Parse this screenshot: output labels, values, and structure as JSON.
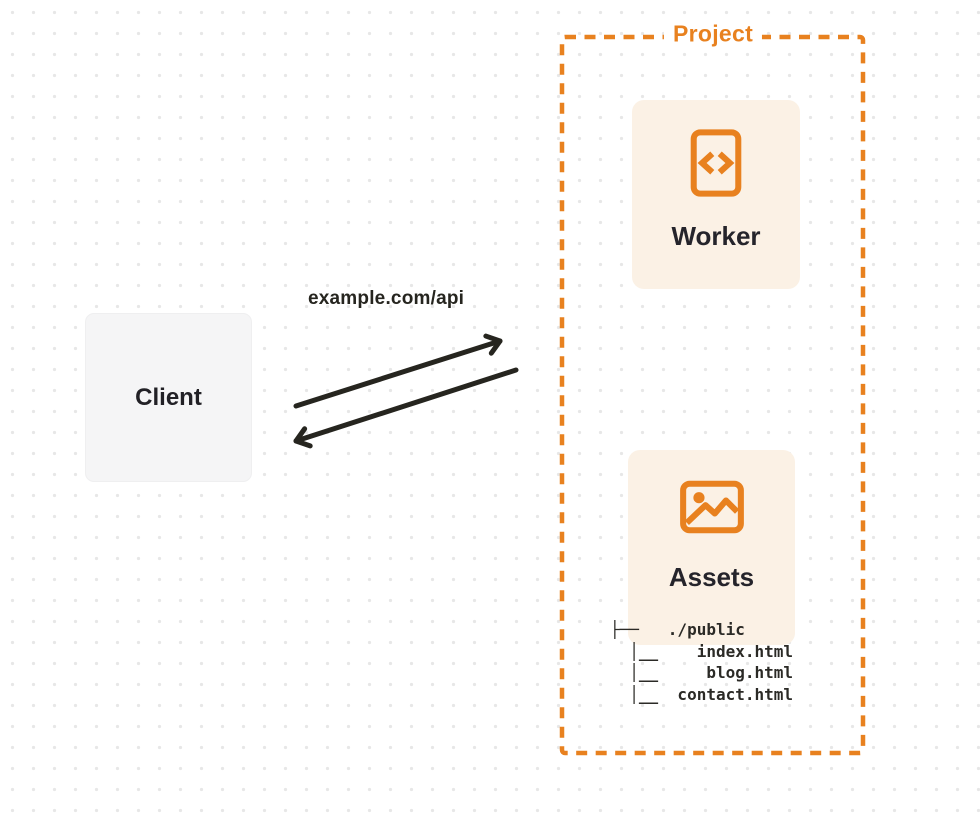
{
  "client": {
    "label": "Client"
  },
  "request": {
    "url_label": "example.com/api"
  },
  "project": {
    "label": "Project",
    "worker": {
      "label": "Worker",
      "icon": "code-document-icon"
    },
    "assets": {
      "label": "Assets",
      "icon": "image-icon"
    },
    "file_tree": {
      "root": "./public",
      "children": [
        "index.html",
        "blog.html",
        "contact.html"
      ]
    },
    "file_tree_lines": [
      "├──   ./public",
      "  │__    index.html",
      "  │__     blog.html",
      "  │__  contact.html"
    ]
  },
  "colors": {
    "accent_orange": "#E8811F",
    "card_cream": "#FBF1E5",
    "client_gray": "#F5F5F6",
    "ink": "#26251F",
    "dot_grid": "#E7E7E7"
  }
}
